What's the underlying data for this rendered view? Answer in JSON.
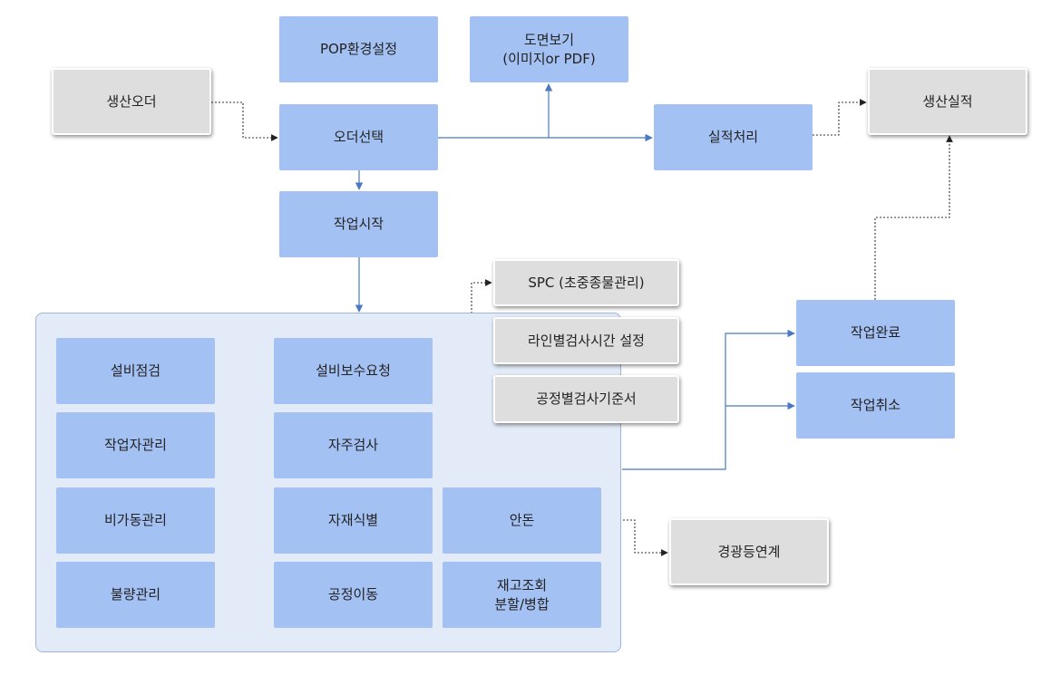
{
  "nodes": {
    "pop_env": "POP환경설정",
    "drawing_view": "도면보기\n(이미지or PDF)",
    "production_order": "생산오더",
    "order_select": "오더선택",
    "result_process": "실적처리",
    "production_result": "생산실적",
    "work_start": "작업시작",
    "spc": "SPC (초중종물관리)",
    "line_inspection_time": "라인별검사시간 설정",
    "process_inspection_std": "공정별검사기준서",
    "work_complete": "작업완료",
    "work_cancel": "작업취소",
    "equipment_check": "설비점검",
    "equipment_repair_request": "설비보수요청",
    "worker_management": "작업자관리",
    "self_inspection": "자주검사",
    "downtime_management": "비가동관리",
    "material_identification": "자재식별",
    "andon": "안돈",
    "defect_management": "불량관리",
    "process_move": "공정이동",
    "stock_inquiry": "재고조회\n분할/병합",
    "warning_light_link": "경광등연계"
  },
  "colors": {
    "blue_node": "#a4c1f3",
    "gray_node": "#dedede",
    "container": "#e3ebf8",
    "arrow_solid": "#4a78c2",
    "arrow_dotted": "#333333"
  }
}
